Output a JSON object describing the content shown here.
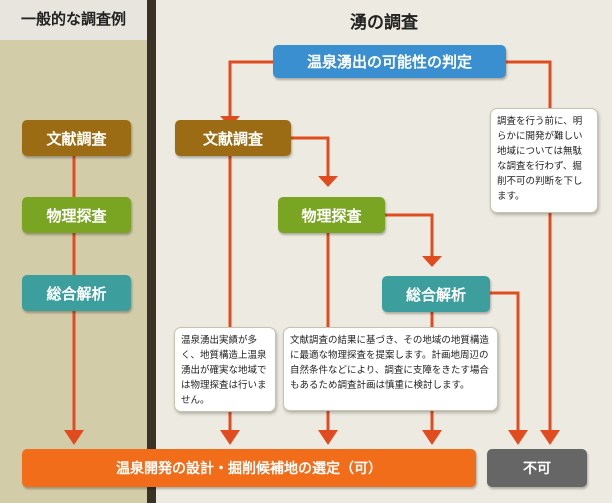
{
  "left_panel": {
    "title": "一般的な調査例"
  },
  "right_panel": {
    "title": "湧の調査"
  },
  "left_steps": [
    "文献調査",
    "物理探査",
    "総合解析"
  ],
  "judgment_box": "温泉湧出の可能性の判定",
  "right_steps": [
    "文献調査",
    "物理探査",
    "総合解析"
  ],
  "notes": {
    "top_right": "調査を行う前に、明らかに開発が難しい地域については無駄な調査を行わず、掘削不可の判断を下します。",
    "bottom_left": "温泉湧出実績が多く、地質構造上温泉湧出が確実な地域では物理探査は行いません。",
    "bottom_middle": "文献調査の結果に基づき、その地域の地質構造に最適な物理探査を提案します。計画地周辺の自然条件などにより、調査に支障をきたす場合もあるため調査計画は慎重に検討します。"
  },
  "results": {
    "ok": "温泉開発の設計・掘削候補地の選定（可）",
    "ng": "不可"
  },
  "colors": {
    "left_bg": "#d3cca8",
    "right_bg": "#edebe1",
    "header_bg": "#e7e5de",
    "divider": "#3a3226",
    "arrow": "#e04c1f",
    "judgment": "#3a8fd0",
    "literature": "#9c6c14",
    "geophysics": "#7aa523",
    "analysis": "#3d9e9e",
    "result_ok": "#f26d1a",
    "result_ng": "#666666"
  }
}
